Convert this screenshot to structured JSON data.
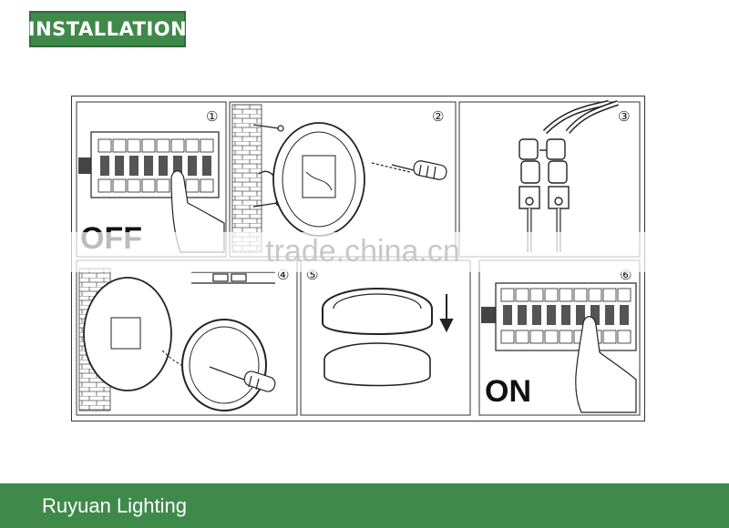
{
  "header": {
    "title": "INSTALLATION"
  },
  "steps": [
    {
      "number": "①",
      "label": "OFF",
      "icon": "breaker-switch-off"
    },
    {
      "number": "②",
      "icon": "screw-base-to-wall"
    },
    {
      "number": "③",
      "icon": "wire-connector-block"
    },
    {
      "number": "④",
      "icon": "attach-lamp-body"
    },
    {
      "number": "⑤",
      "icon": "fit-cover-ring"
    },
    {
      "number": "⑥",
      "label": "ON",
      "icon": "breaker-switch-on"
    }
  ],
  "watermark": "trade.china.cn",
  "footer": {
    "brand": "Ruyuan Lighting"
  },
  "colors": {
    "brand_green": "#3f8a4a",
    "line": "#222222"
  }
}
